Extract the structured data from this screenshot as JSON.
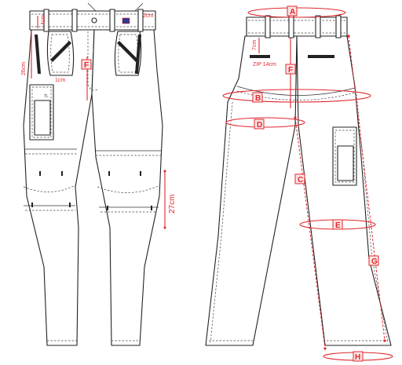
{
  "front_view": {
    "notes": {
      "waistband_height": "4cm",
      "flag_size": "2cm",
      "side_pocket_depth": "26cm",
      "cargo_gap": "1cm",
      "knee_pad_height": "27cm"
    },
    "labels": {
      "front_rise": "F"
    }
  },
  "back_view": {
    "notes": {
      "zip_depth": "7cm",
      "zip_length": "ZIP 14cm"
    },
    "labels": {
      "waist": "A",
      "seat": "B",
      "thigh": "D",
      "inseam": "C",
      "knee": "E",
      "outseam": "G",
      "hem": "H",
      "back_rise": "F"
    }
  },
  "colors": {
    "measure": "#e0282e",
    "outline": "#222222",
    "flag": "#2a3a8f"
  }
}
